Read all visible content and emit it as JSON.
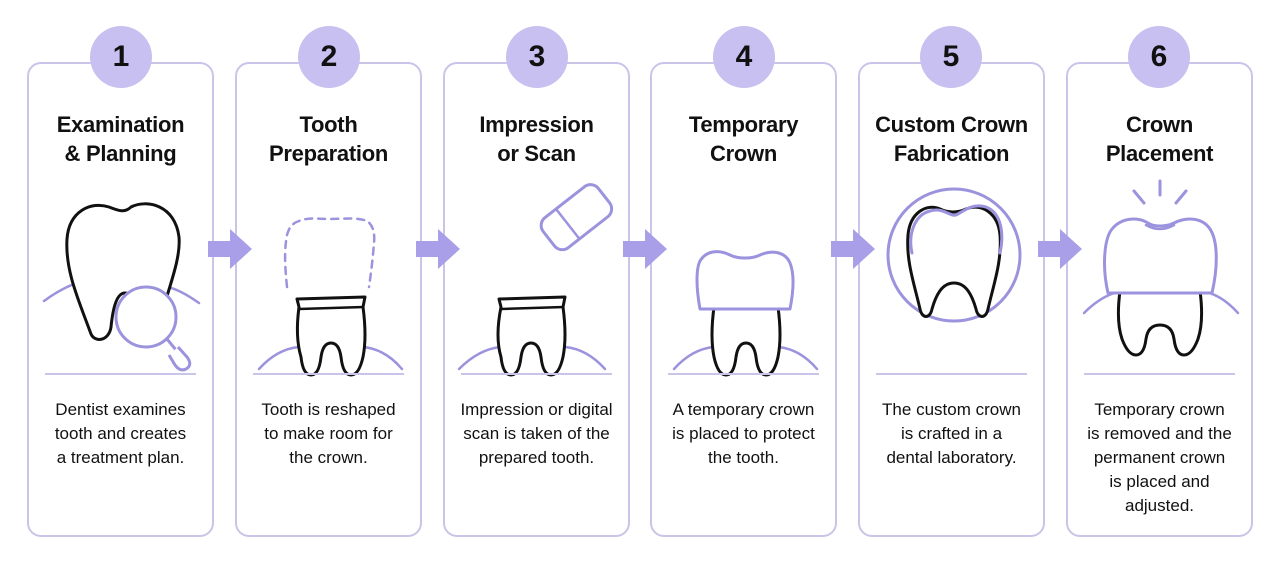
{
  "colors": {
    "accent": "#c7c0f0",
    "card_border": "#c9c5e8",
    "illustration_accent": "#9b93dd",
    "text": "#111111"
  },
  "steps": [
    {
      "number": "1",
      "title": [
        "Examination",
        "& Planning"
      ],
      "description": [
        "Dentist examines",
        "tooth and creates",
        "a treatment plan."
      ],
      "icon": "tooth-magnifier-icon"
    },
    {
      "number": "2",
      "title": [
        "Tooth",
        "Preparation"
      ],
      "description": [
        "Tooth is reshaped",
        "to make room for",
        "the crown."
      ],
      "icon": "prepared-tooth-icon"
    },
    {
      "number": "3",
      "title": [
        "Impression",
        "or Scan"
      ],
      "description": [
        "Impression or digital",
        "scan is taken of the",
        "prepared tooth."
      ],
      "icon": "scanner-tooth-icon"
    },
    {
      "number": "4",
      "title": [
        "Temporary",
        "Crown"
      ],
      "description": [
        "A temporary crown",
        "is placed to protect",
        "the tooth."
      ],
      "icon": "temporary-crown-icon"
    },
    {
      "number": "5",
      "title": [
        "Custom Crown",
        "Fabrication"
      ],
      "description": [
        "The custom crown",
        "is crafted in a",
        "dental laboratory."
      ],
      "icon": "crown-fabrication-icon"
    },
    {
      "number": "6",
      "title": [
        "Crown",
        "Placement"
      ],
      "description": [
        "Temporary crown",
        "is removed and the",
        "permanent crown",
        "is placed and",
        "adjusted."
      ],
      "icon": "crown-placement-icon"
    }
  ]
}
